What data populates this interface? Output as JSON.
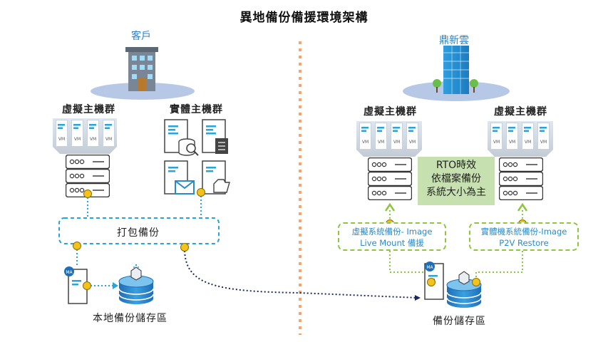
{
  "title": "異地備份備援環境架構",
  "left": {
    "site_label": "客戶",
    "virtual_group_label": "虛擬主機群",
    "physical_group_label": "實體主機群",
    "pack_label": "打包備份",
    "local_storage_label": "本地備份儲存區"
  },
  "right": {
    "site_label": "鼎新雲",
    "virtual_group_label_1": "虛擬主機群",
    "virtual_group_label_2": "虛擬主機群",
    "rto_lines": [
      "RTO時效",
      "依檔案備份",
      "系統大小為主"
    ],
    "restore_box_1": [
      "虛擬系統備份- Image",
      "Live Mount 備援"
    ],
    "restore_box_2": [
      "實體機系統備份-Image",
      "P2V Restore"
    ],
    "storage_label": "備份儲存區"
  },
  "vm_text": "VM",
  "ma_text": "MA",
  "colors": {
    "accent_blue": "#2a8ac8",
    "dashed_blue": "#29a3d8",
    "dashed_green": "#8dc63f",
    "node_yellow": "#f5c21b",
    "divider_orange": "#f4a66e",
    "rto_green": "#c6e0b0"
  }
}
